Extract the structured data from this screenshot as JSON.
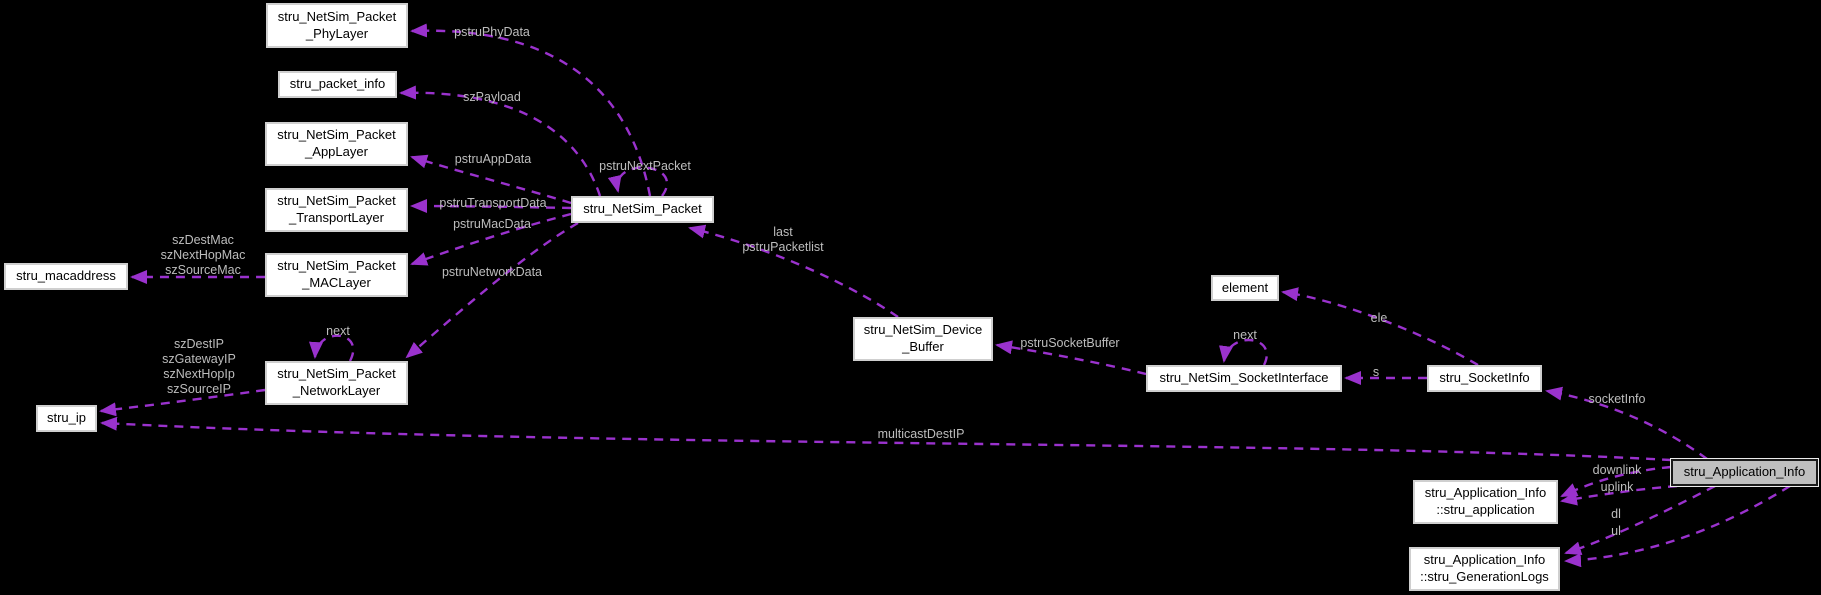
{
  "nodes": {
    "phylayer": {
      "line1": "stru_NetSim_Packet",
      "line2": "_PhyLayer"
    },
    "packet_info": {
      "line1": "stru_packet_info"
    },
    "applayer": {
      "line1": "stru_NetSim_Packet",
      "line2": "_AppLayer"
    },
    "transportlayer": {
      "line1": "stru_NetSim_Packet",
      "line2": "_TransportLayer"
    },
    "maclayer": {
      "line1": "stru_NetSim_Packet",
      "line2": "_MACLayer"
    },
    "macaddress": {
      "line1": "stru_macaddress"
    },
    "networklayer": {
      "line1": "stru_NetSim_Packet",
      "line2": "_NetworkLayer"
    },
    "ip": {
      "line1": "stru_ip"
    },
    "packet": {
      "line1": "stru_NetSim_Packet"
    },
    "device_buffer": {
      "line1": "stru_NetSim_Device",
      "line2": "_Buffer"
    },
    "element": {
      "line1": "element"
    },
    "socket_interface": {
      "line1": "stru_NetSim_SocketInterface"
    },
    "socket_info": {
      "line1": "stru_SocketInfo"
    },
    "application_info": {
      "line1": "stru_Application_Info"
    },
    "application_info_application": {
      "line1": "stru_Application_Info",
      "line2": "::stru_application"
    },
    "application_info_generationlogs": {
      "line1": "stru_Application_Info",
      "line2": "::stru_GenerationLogs"
    }
  },
  "edge_labels": {
    "pstruPhyData": "pstruPhyData",
    "szPayload": "szPayload",
    "pstruAppData": "pstruAppData",
    "pstruNextPacket": "pstruNextPacket",
    "pstruTransportData": "pstruTransportData",
    "pstruMacData": "pstruMacData",
    "mac": [
      "szDestMac",
      "szNextHopMac",
      "szSourceMac"
    ],
    "pstruNetworkData": "pstruNetworkData",
    "next_networklayer": "next",
    "ip": [
      "szDestIP",
      "szGatewayIP",
      "szNextHopIp",
      "szSourceIP"
    ],
    "packetlist": [
      "last",
      "pstruPacketlist"
    ],
    "pstruSocketBuffer": "pstruSocketBuffer",
    "next_socketinterface": "next",
    "ele": "ele",
    "s": "s",
    "socketInfo": "socketInfo",
    "multicastDestIP": "multicastDestIP",
    "app": [
      "downlink",
      "uplink"
    ],
    "gen": [
      "dl",
      "ul"
    ]
  },
  "colors": {
    "background": "#000000",
    "edge": "#9a32cd",
    "edge_label": "#bdbdbd",
    "node_fill": "#ffffff",
    "node_border": "#cfcfcf",
    "node_text": "#000000",
    "highlight_fill": "#bfbfbf",
    "highlight_border": "#1a1a1a"
  }
}
